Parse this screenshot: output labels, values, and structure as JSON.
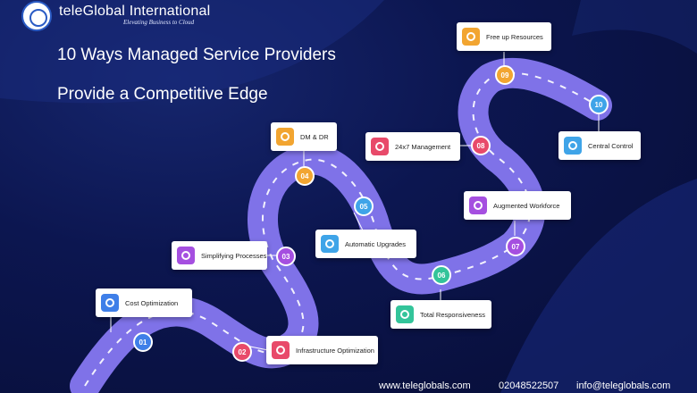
{
  "brand": {
    "name": "teleGlobal International",
    "tagline": "Elevating Business to Cloud"
  },
  "title": {
    "line1": "10 Ways Managed Service Providers",
    "line2": "Provide a Competitive Edge"
  },
  "steps": [
    {
      "num": "01",
      "label": "Cost Optimization",
      "color": "#3f7fe8"
    },
    {
      "num": "02",
      "label": "Infrastructure Optimization",
      "color": "#e84a6a"
    },
    {
      "num": "03",
      "label": "Simplifying Processes",
      "color": "#a54fe0"
    },
    {
      "num": "04",
      "label": "DM & DR",
      "color": "#f2a531"
    },
    {
      "num": "05",
      "label": "Automatic Upgrades",
      "color": "#3fa4e8"
    },
    {
      "num": "06",
      "label": "Total Responsiveness",
      "color": "#33c49a"
    },
    {
      "num": "07",
      "label": "Augmented Workforce",
      "color": "#a54fe0"
    },
    {
      "num": "08",
      "label": "24x7 Management",
      "color": "#e84a6a"
    },
    {
      "num": "09",
      "label": "Free up Resources",
      "color": "#f2a531"
    },
    {
      "num": "10",
      "label": "Central Control",
      "color": "#3fa4e8"
    }
  ],
  "footer": {
    "website": "www.teleglobals.com",
    "phone": "02048522507",
    "email": "info@teleglobals.com"
  }
}
